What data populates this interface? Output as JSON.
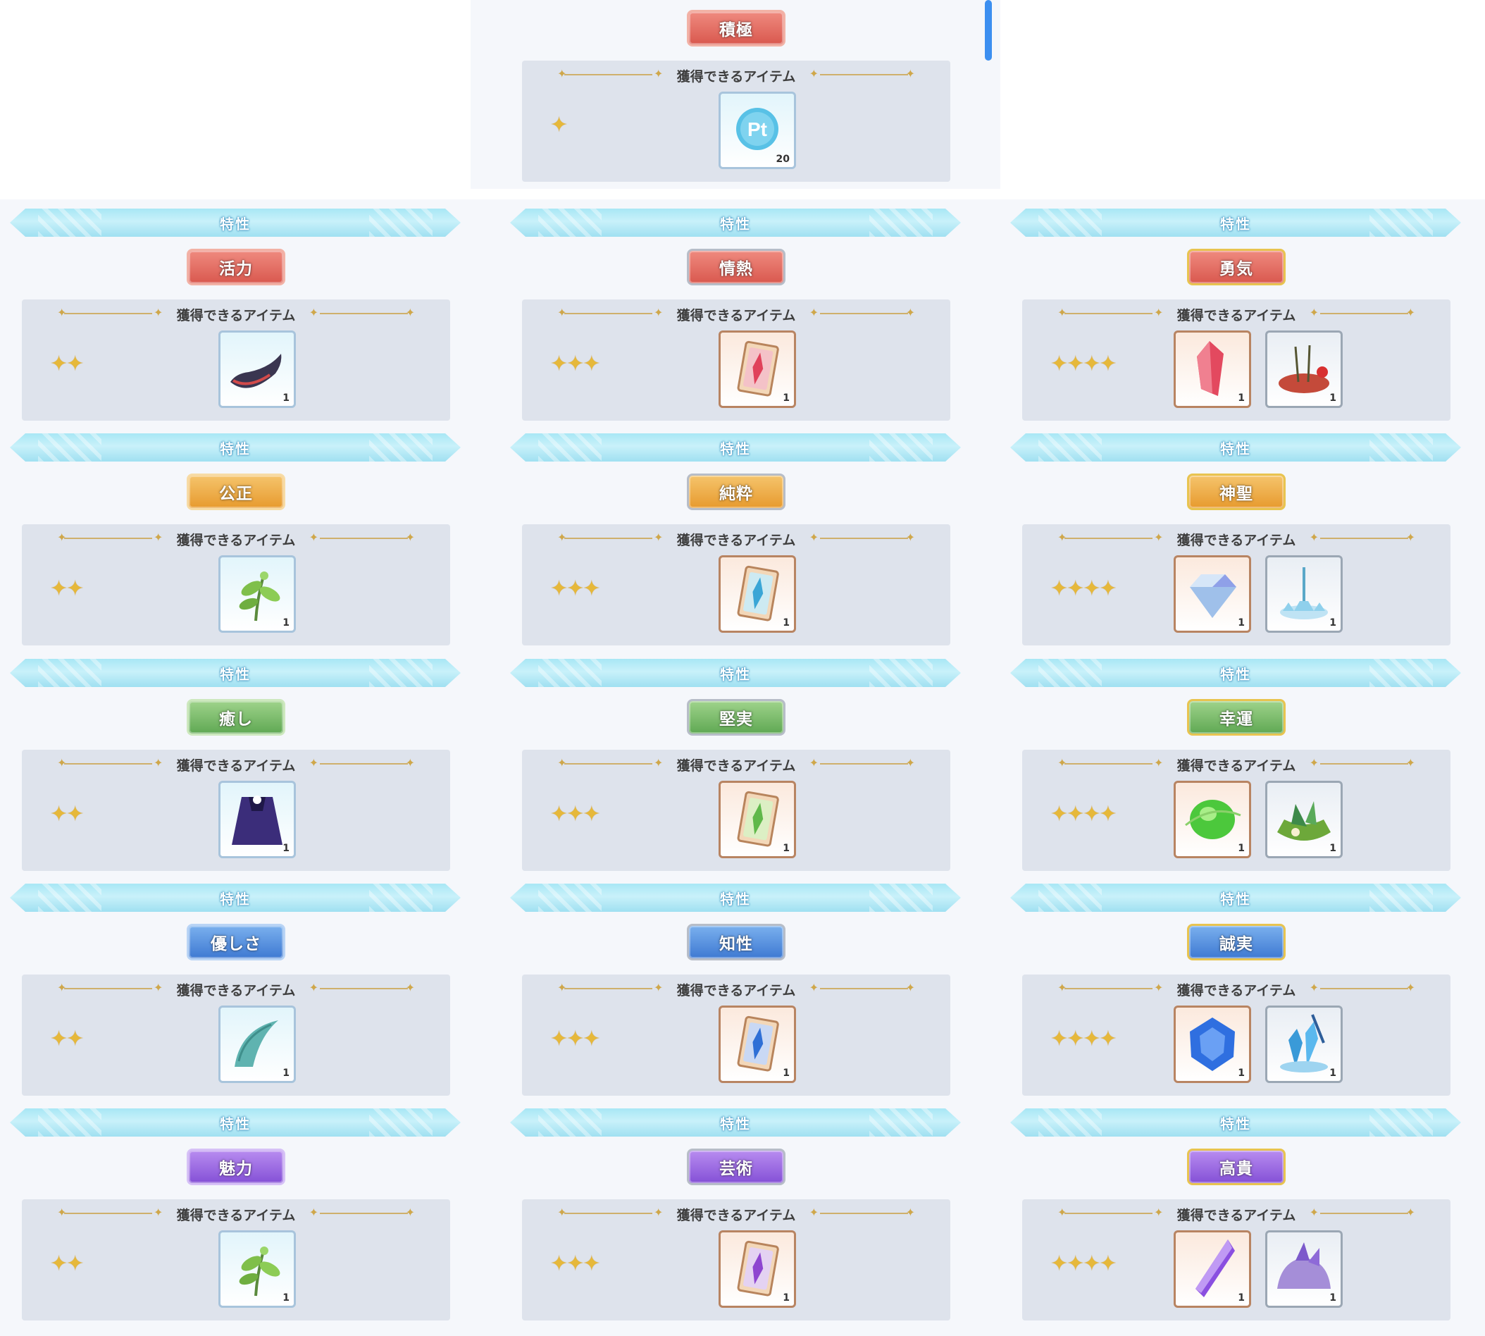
{
  "top": {
    "badge_label": "積極",
    "card_title": "獲得できるアイテム",
    "stars": "✦",
    "item": {
      "icon": "pt-point-icon",
      "qty": "20",
      "glyph": "Pt"
    }
  },
  "columns": [
    {
      "stars": "✦✦",
      "sections": [
        {
          "banner": "特性",
          "badge": "活力",
          "tone": "red",
          "card_title": "獲得できるアイテム",
          "items": [
            {
              "icon": "dark-horn-icon",
              "qty": "1",
              "frame": "light"
            }
          ]
        },
        {
          "banner": "特性",
          "badge": "公正",
          "tone": "orange",
          "card_title": "獲得できるアイテム",
          "items": [
            {
              "icon": "green-herb-icon",
              "qty": "1",
              "frame": "light"
            }
          ]
        },
        {
          "banner": "特性",
          "badge": "癒し",
          "tone": "green",
          "card_title": "獲得できるアイテム",
          "items": [
            {
              "icon": "purple-cloak-icon",
              "qty": "1",
              "frame": "light"
            }
          ]
        },
        {
          "banner": "特性",
          "badge": "優しさ",
          "tone": "blue",
          "card_title": "獲得できるアイテム",
          "items": [
            {
              "icon": "teal-horn-icon",
              "qty": "1",
              "frame": "light"
            }
          ]
        },
        {
          "banner": "特性",
          "badge": "魅力",
          "tone": "purple",
          "card_title": "獲得できるアイテム",
          "items": [
            {
              "icon": "green-herb-icon",
              "qty": "1",
              "frame": "light"
            }
          ]
        }
      ]
    },
    {
      "stars": "✦✦✦",
      "sections": [
        {
          "banner": "特性",
          "badge": "情熱",
          "tone": "red",
          "card_title": "獲得できるアイテム",
          "items": [
            {
              "icon": "red-crystal-card-icon",
              "qty": "1",
              "frame": "bronze"
            }
          ]
        },
        {
          "banner": "特性",
          "badge": "純粋",
          "tone": "orange",
          "card_title": "獲得できるアイテム",
          "items": [
            {
              "icon": "cyan-crystal-card-icon",
              "qty": "1",
              "frame": "bronze"
            }
          ]
        },
        {
          "banner": "特性",
          "badge": "堅実",
          "tone": "green",
          "card_title": "獲得できるアイテム",
          "items": [
            {
              "icon": "green-crystal-card-icon",
              "qty": "1",
              "frame": "bronze"
            }
          ]
        },
        {
          "banner": "特性",
          "badge": "知性",
          "tone": "blue",
          "card_title": "獲得できるアイテム",
          "items": [
            {
              "icon": "blue-crystal-card-icon",
              "qty": "1",
              "frame": "bronze"
            }
          ]
        },
        {
          "banner": "特性",
          "badge": "芸術",
          "tone": "purple",
          "card_title": "獲得できるアイテム",
          "items": [
            {
              "icon": "purple-crystal-card-icon",
              "qty": "1",
              "frame": "bronze"
            }
          ]
        }
      ]
    },
    {
      "stars": "✦✦✦✦",
      "sections": [
        {
          "banner": "特性",
          "badge": "勇気",
          "tone": "red",
          "card_title": "獲得できるアイテム",
          "items": [
            {
              "icon": "red-crystal-icon",
              "qty": "1",
              "frame": "bronze"
            },
            {
              "icon": "red-fruit-tray-icon",
              "qty": "1",
              "frame": "silver"
            }
          ]
        },
        {
          "banner": "特性",
          "badge": "神聖",
          "tone": "orange",
          "card_title": "獲得できるアイテム",
          "items": [
            {
              "icon": "diamond-icon",
              "qty": "1",
              "frame": "bronze"
            },
            {
              "icon": "ice-stand-icon",
              "qty": "1",
              "frame": "silver"
            }
          ]
        },
        {
          "banner": "特性",
          "badge": "幸運",
          "tone": "green",
          "card_title": "獲得できるアイテム",
          "items": [
            {
              "icon": "green-gem-icon",
              "qty": "1",
              "frame": "bronze"
            },
            {
              "icon": "leaf-nest-icon",
              "qty": "1",
              "frame": "silver"
            }
          ]
        },
        {
          "banner": "特性",
          "badge": "誠実",
          "tone": "blue",
          "card_title": "獲得できるアイテム",
          "items": [
            {
              "icon": "blue-gem-icon",
              "qty": "1",
              "frame": "bronze"
            },
            {
              "icon": "blue-crystal-cluster-icon",
              "qty": "1",
              "frame": "silver"
            }
          ]
        },
        {
          "banner": "特性",
          "badge": "高貴",
          "tone": "purple",
          "card_title": "獲得できるアイテム",
          "items": [
            {
              "icon": "purple-crystal-icon",
              "qty": "1",
              "frame": "bronze"
            },
            {
              "icon": "amethyst-rock-icon",
              "qty": "1",
              "frame": "silver"
            }
          ]
        }
      ]
    }
  ],
  "colors": {
    "banner": "#a8e7f5",
    "card": "#dee3ec",
    "star": "#e6b83a",
    "scrollbar": "#3c8ff0"
  }
}
